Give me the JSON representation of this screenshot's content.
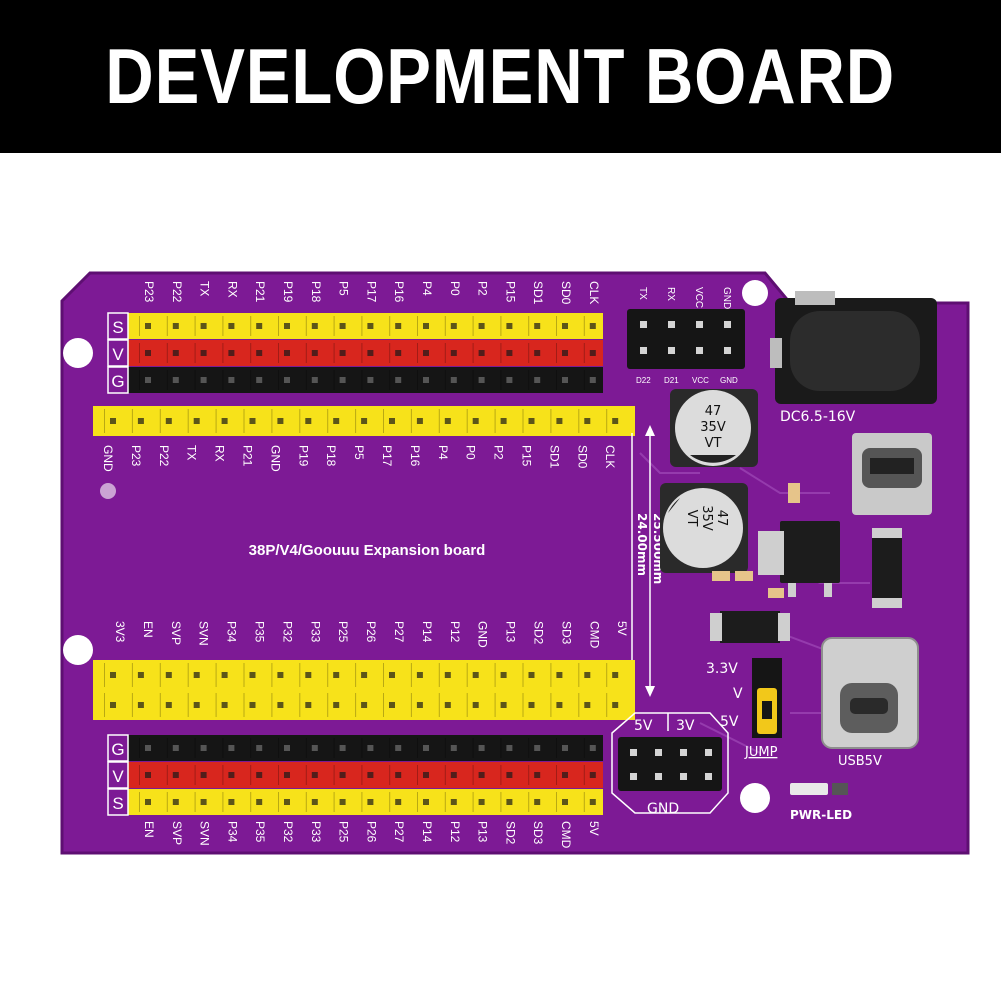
{
  "banner": {
    "title": "DEVELOPMENT BOARD"
  },
  "colors": {
    "board": "#7d1a95",
    "board_dark": "#5e0f72",
    "header_yellow": "#f7e21a",
    "header_red": "#d8261e",
    "header_black": "#151515",
    "silk": "#ffffff"
  },
  "board": {
    "name": "38P/V4/Goouuu Expansion board",
    "svg_labels": [
      "S",
      "V",
      "G"
    ],
    "gvs_labels": [
      "G",
      "V",
      "S"
    ],
    "top_header_labels": [
      "P23",
      "P22",
      "TX",
      "RX",
      "P21",
      "P19",
      "P18",
      "P5",
      "P17",
      "P16",
      "P4",
      "P0",
      "P2",
      "P15",
      "SD1",
      "SD0",
      "CLK"
    ],
    "top_inner_labels": [
      "GND",
      "P23",
      "P22",
      "TX",
      "RX",
      "P21",
      "GND",
      "P19",
      "P18",
      "P5",
      "P17",
      "P16",
      "P4",
      "P0",
      "P2",
      "P15",
      "SD1",
      "SD0",
      "CLK"
    ],
    "bottom_inner_labels": [
      "3V3",
      "EN",
      "SVP",
      "SVN",
      "P34",
      "P35",
      "P32",
      "P33",
      "P25",
      "P26",
      "P27",
      "P14",
      "P12",
      "GND",
      "P13",
      "SD2",
      "SD3",
      "CMD",
      "5V"
    ],
    "bottom_header_labels": [
      "EN",
      "SVP",
      "SVN",
      "P34",
      "P35",
      "P32",
      "P33",
      "P25",
      "P26",
      "P27",
      "P14",
      "P12",
      "P13",
      "SD2",
      "SD3",
      "CMD",
      "5V"
    ],
    "uart_top_labels": [
      "TX",
      "RX",
      "VCC",
      "GND"
    ],
    "uart_bottom_labels": [
      "D22",
      "D21",
      "VCC",
      "GND"
    ],
    "dimensions": {
      "long": "25.500mm",
      "short": "24.00mm"
    },
    "dc_label": "DC6.5-16V",
    "capacitor_1": [
      "47",
      "35V",
      "VT"
    ],
    "capacitor_2": [
      "47",
      "35V",
      "VT"
    ],
    "jumper_labels": {
      "top": "3.3V",
      "mid": "V",
      "bottom": "5V",
      "name": "JUMP"
    },
    "power_header": {
      "left": "5V",
      "right": "3V",
      "bottom": "GND"
    },
    "usb_label": "USB5V",
    "led_label": "PWR-LED"
  }
}
